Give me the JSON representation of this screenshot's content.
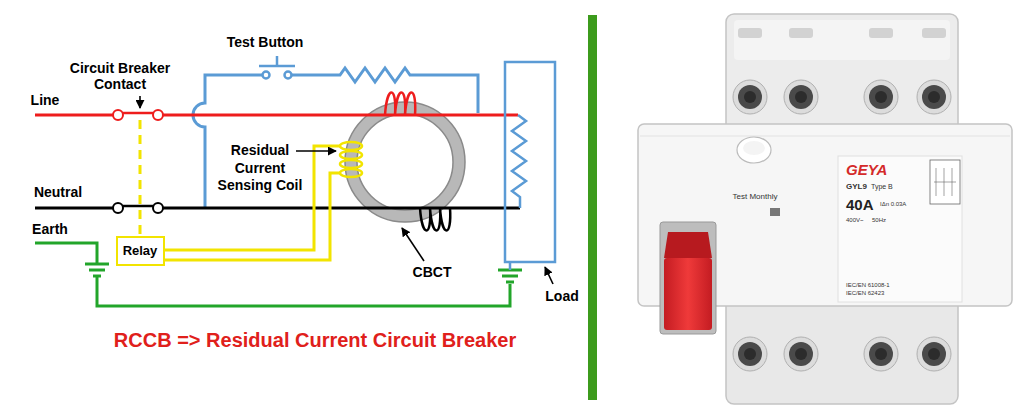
{
  "diagram": {
    "title": "RCCB => Residual Current Circuit Breaker",
    "nodes": [
      {
        "text": [
          "Relay"
        ]
      },
      {
        "text": [
          "Test Monthly",
          "GEYA",
          "GYL9",
          "Type B",
          "40A",
          "IΔn 0.03A",
          "400V~",
          "50Hz",
          "IEC/EN 61008-1",
          "IEC/EN 62423"
        ]
      }
    ],
    "labels": [
      "Test Button",
      "Circuit Breaker Contact",
      "Line",
      "Residual Current Sensing Coil",
      "Neutral",
      "Earth",
      "CBCT",
      "Load"
    ]
  }
}
